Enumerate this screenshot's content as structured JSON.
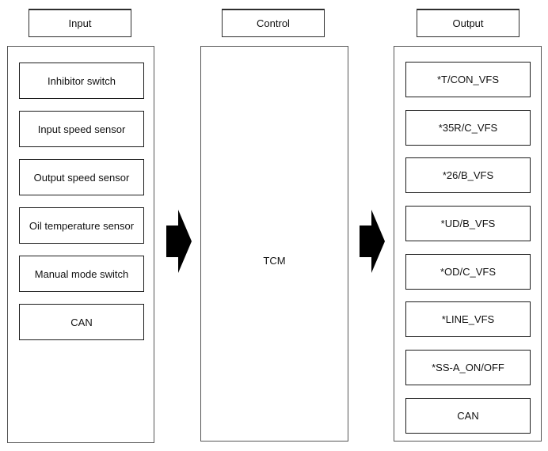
{
  "diagram": {
    "title_implied": "TCM input/output signal flow",
    "columns": [
      {
        "id": "input",
        "header": "Input",
        "boxes": [
          "Inhibitor switch",
          "Input speed sensor",
          "Output speed sensor",
          "Oil temperature sensor",
          "Manual mode switch",
          "CAN"
        ]
      },
      {
        "id": "control",
        "header": "Control",
        "boxes": [
          "TCM"
        ]
      },
      {
        "id": "output",
        "header": "Output",
        "boxes": [
          "*T/CON_VFS",
          "*35R/C_VFS",
          "*26/B_VFS",
          "*UD/B_VFS",
          "*OD/C_VFS",
          "*LINE_VFS",
          "*SS-A_ON/OFF",
          "CAN"
        ]
      }
    ],
    "arrows": [
      {
        "name": "input-to-control",
        "direction": "right"
      },
      {
        "name": "control-to-output",
        "direction": "right"
      }
    ],
    "colors": {
      "background": "#ffffff",
      "box_border": "#1c1c1c",
      "container_border": "#565656",
      "arrow_fill": "#000000",
      "text": "#111111"
    }
  }
}
